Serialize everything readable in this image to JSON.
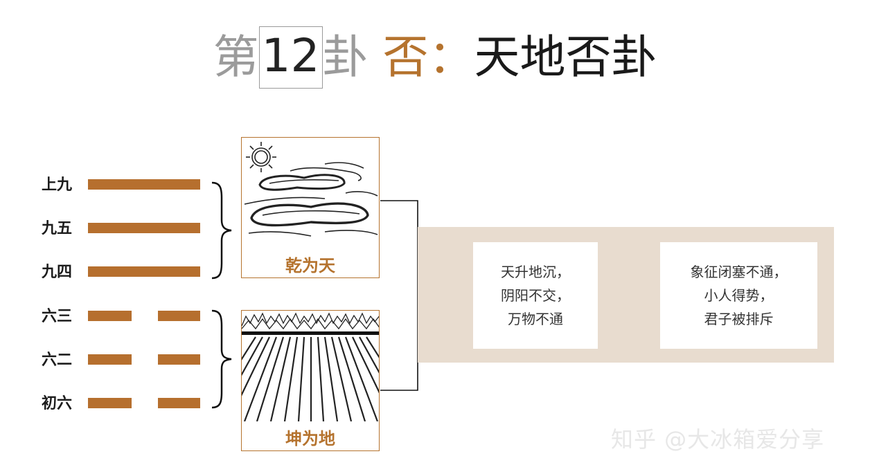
{
  "title": {
    "prefix": "第",
    "number": "12",
    "suffix": "卦",
    "name": "否",
    "colon": "：",
    "full_name": "天地否卦"
  },
  "lines": [
    {
      "label": "上九",
      "type": "yang"
    },
    {
      "label": "九五",
      "type": "yang"
    },
    {
      "label": "九四",
      "type": "yang"
    },
    {
      "label": "六三",
      "type": "yin"
    },
    {
      "label": "六二",
      "type": "yin"
    },
    {
      "label": "初六",
      "type": "yin"
    }
  ],
  "colors": {
    "brown": "#b5732e",
    "band": "#e8dccf",
    "title_gray": "#9b9b9b"
  },
  "panels": {
    "upper": {
      "label": "乾为天",
      "image": "sun-and-clouds"
    },
    "lower": {
      "label": "坤为地",
      "image": "earth-field"
    }
  },
  "box1": {
    "lines": [
      "天升地沉，",
      "阴阳不交，",
      "万物不通"
    ]
  },
  "box2": {
    "lines": [
      "象征闭塞不通，",
      "小人得势，",
      "君子被排斥"
    ]
  },
  "watermark": "知乎 @大冰箱爱分享"
}
